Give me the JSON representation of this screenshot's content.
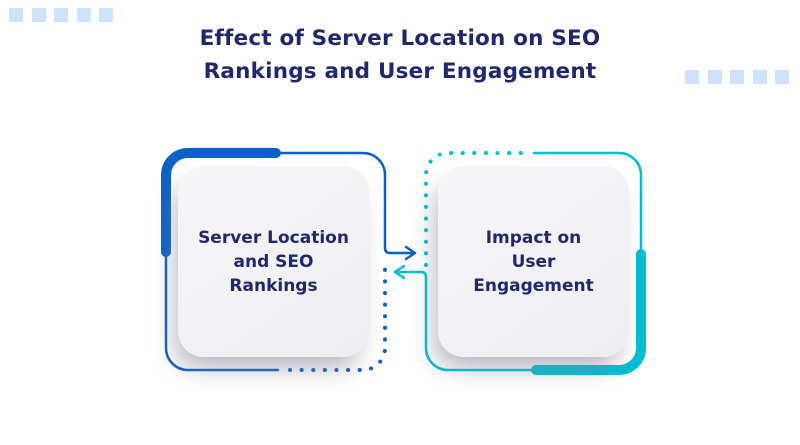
{
  "title": "Effect of Server Location on SEO\nRankings and User Engagement",
  "cards": {
    "left": {
      "label": "Server Location\nand SEO\nRankings"
    },
    "right": {
      "label": "Impact on\nUser\nEngagement"
    }
  },
  "colors": {
    "navy": "#20276e",
    "blue": "#0e61c4",
    "cyan": "#00bfd4",
    "square": "#cfe2fb",
    "card_light": "#f6f6f8",
    "card_dark": "#eeeef1",
    "background": "#ffffff"
  },
  "decor": {
    "squares_per_corner": 5
  }
}
